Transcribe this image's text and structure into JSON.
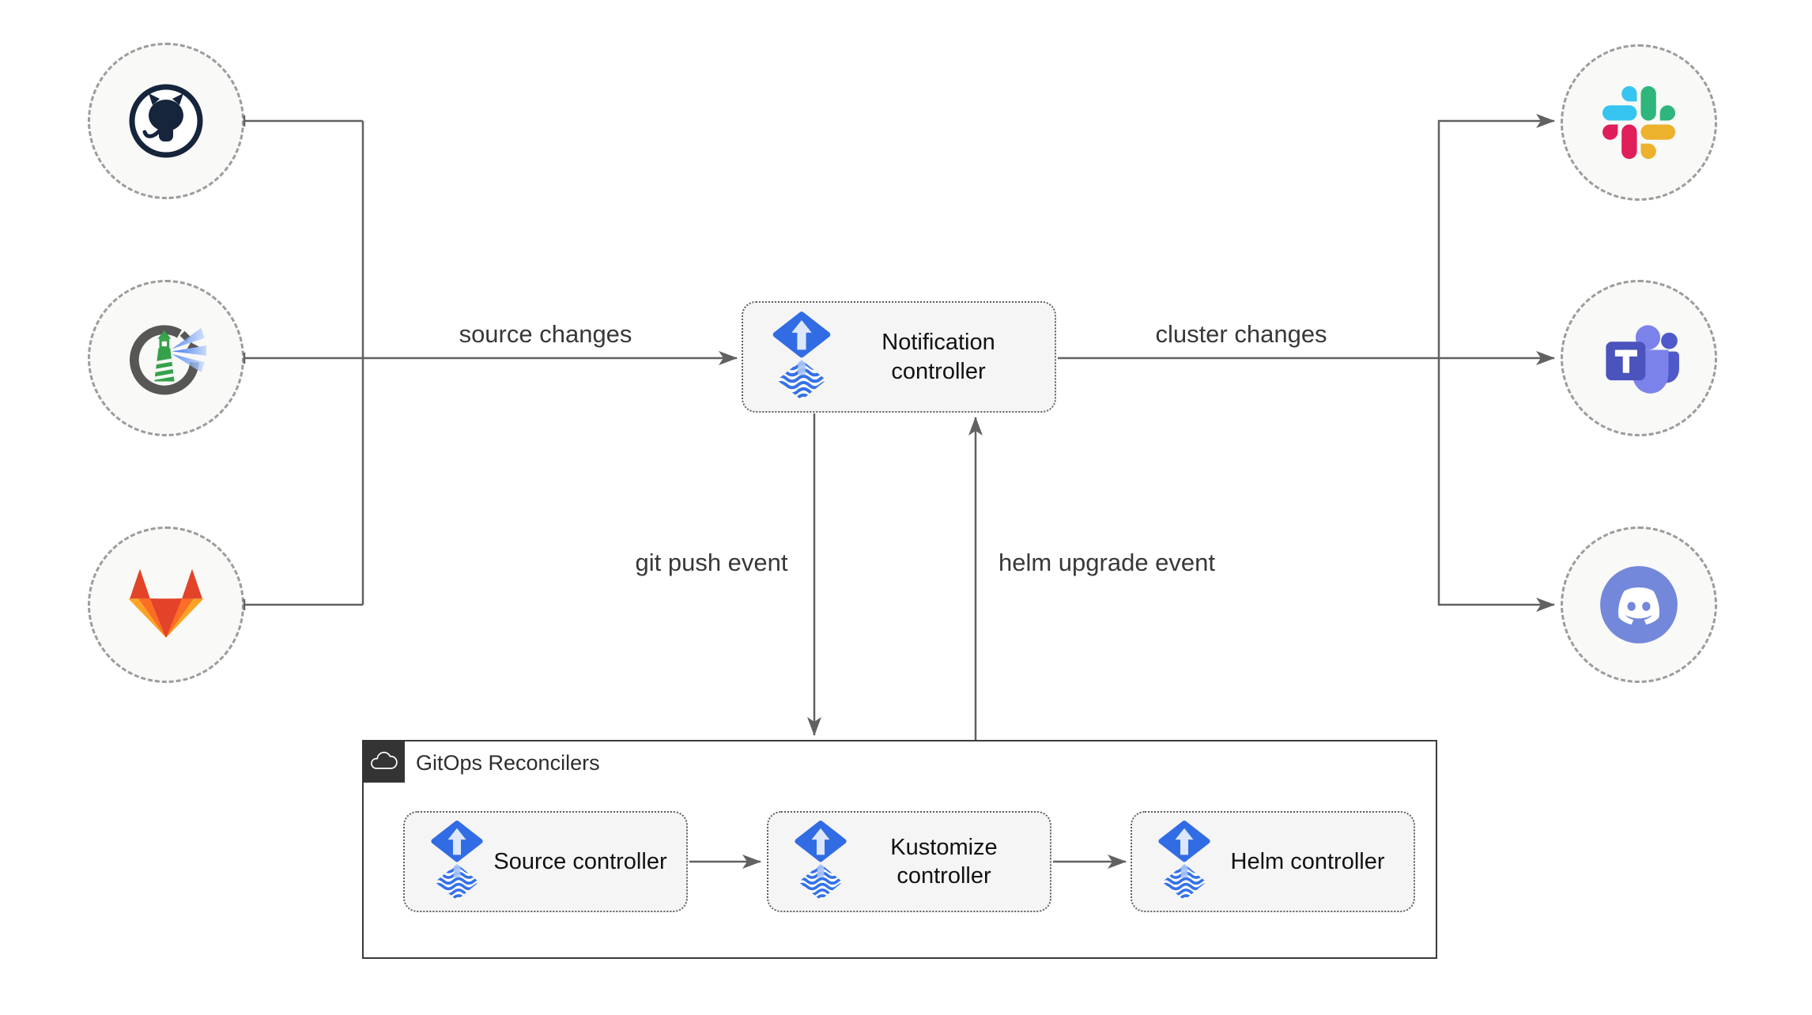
{
  "nodes": {
    "notification": {
      "label": "Notification controller",
      "icon": "flux-icon"
    },
    "source": {
      "label": "Source controller",
      "icon": "flux-icon"
    },
    "kustomize": {
      "label": "Kustomize controller",
      "icon": "flux-icon"
    },
    "helm": {
      "label": "Helm controller",
      "icon": "flux-icon"
    },
    "group": {
      "label": "GitOps Reconcilers",
      "icon": "cloud-icon"
    }
  },
  "providers": {
    "inputs": [
      {
        "name": "github",
        "icon": "github-icon"
      },
      {
        "name": "harbor",
        "icon": "harbor-icon"
      },
      {
        "name": "gitlab",
        "icon": "gitlab-icon"
      }
    ],
    "outputs": [
      {
        "name": "slack",
        "icon": "slack-icon"
      },
      {
        "name": "teams",
        "icon": "microsoft-teams-icon"
      },
      {
        "name": "discord",
        "icon": "discord-icon"
      }
    ]
  },
  "edges": {
    "source_changes": "source changes",
    "cluster_changes": "cluster changes",
    "git_push_event": "git push event",
    "helm_upgrade_event": "helm upgrade event"
  },
  "colors": {
    "flux_blue": "#316ce4",
    "edge_gray": "#616161",
    "box_fill": "#f5f5f5",
    "circle_fill": "#f9f9f7",
    "github_navy": "#16243c",
    "gitlab_red": "#e24329",
    "gitlab_orange": "#fc6d26",
    "gitlab_yellow": "#fca326",
    "slack_blue": "#36c5f0",
    "slack_green": "#2eb67d",
    "slack_yellow": "#ecb22e",
    "slack_red": "#e01e5a",
    "teams_indigo": "#4b53bc",
    "teams_light": "#7b83eb",
    "teams_mid": "#5059c9",
    "discord_blurple": "#7388da",
    "harbor_gray": "#575756",
    "harbor_green": "#36a14b",
    "harbor_beam": "#4c83f1"
  }
}
